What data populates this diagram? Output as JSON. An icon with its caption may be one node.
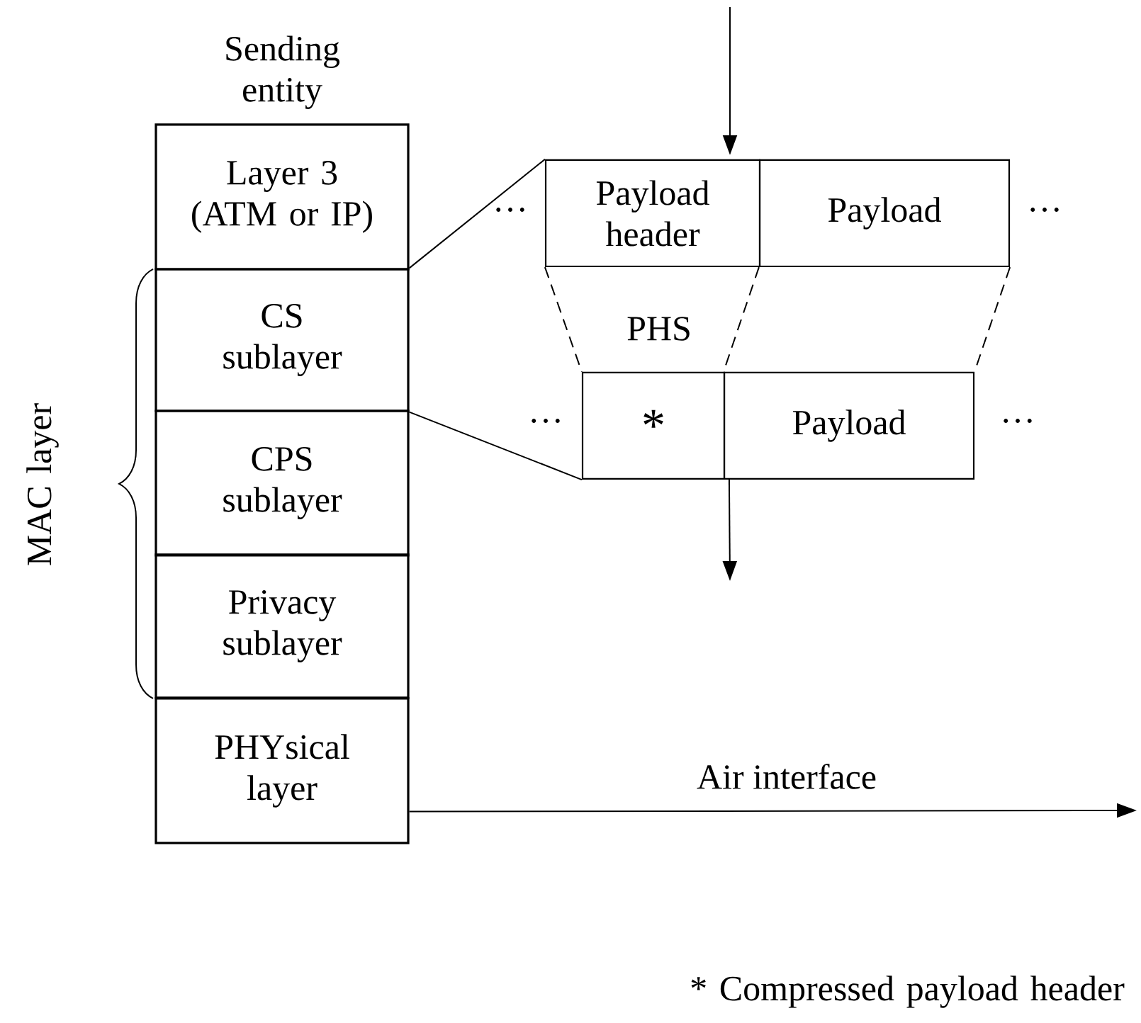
{
  "diagram": {
    "nodes": [
      {
        "text": [
          "Layer 3 (ATM or IP)"
        ],
        "beside": [
          "Sending entity"
        ]
      },
      {
        "text": [
          "CS sublayer"
        ]
      },
      {
        "text": [
          "CPS sublayer"
        ]
      },
      {
        "text": [
          "Privacy sublayer"
        ]
      },
      {
        "text": [
          "PHYsical layer"
        ]
      },
      {
        "text": [
          "Payload header"
        ]
      },
      {
        "text": [
          "Payload"
        ]
      },
      {
        "text": [
          "*"
        ]
      },
      {
        "text": [
          "Payload"
        ]
      }
    ],
    "edges": [
      {
        "from": null,
        "to": 5,
        "arrow": "to"
      },
      {
        "from": 1,
        "to": 5,
        "arrow": "none"
      },
      {
        "from": 1,
        "to": 7,
        "arrow": "none"
      },
      {
        "from": 5,
        "to": 7,
        "arrow": "none",
        "style": "dashed",
        "label": "PHS"
      },
      {
        "from": 6,
        "to": 8,
        "arrow": "none",
        "style": "dashed"
      },
      {
        "from": 6,
        "to": 8,
        "arrow": "none",
        "style": "dashed"
      },
      {
        "from": 8,
        "to": null,
        "arrow": "to"
      },
      {
        "from": 4,
        "to": null,
        "arrow": "to",
        "label": "Air interface"
      }
    ],
    "labels": [
      "MAC layer",
      "…",
      "…",
      "…",
      "…",
      "* Compressed payload header"
    ]
  }
}
